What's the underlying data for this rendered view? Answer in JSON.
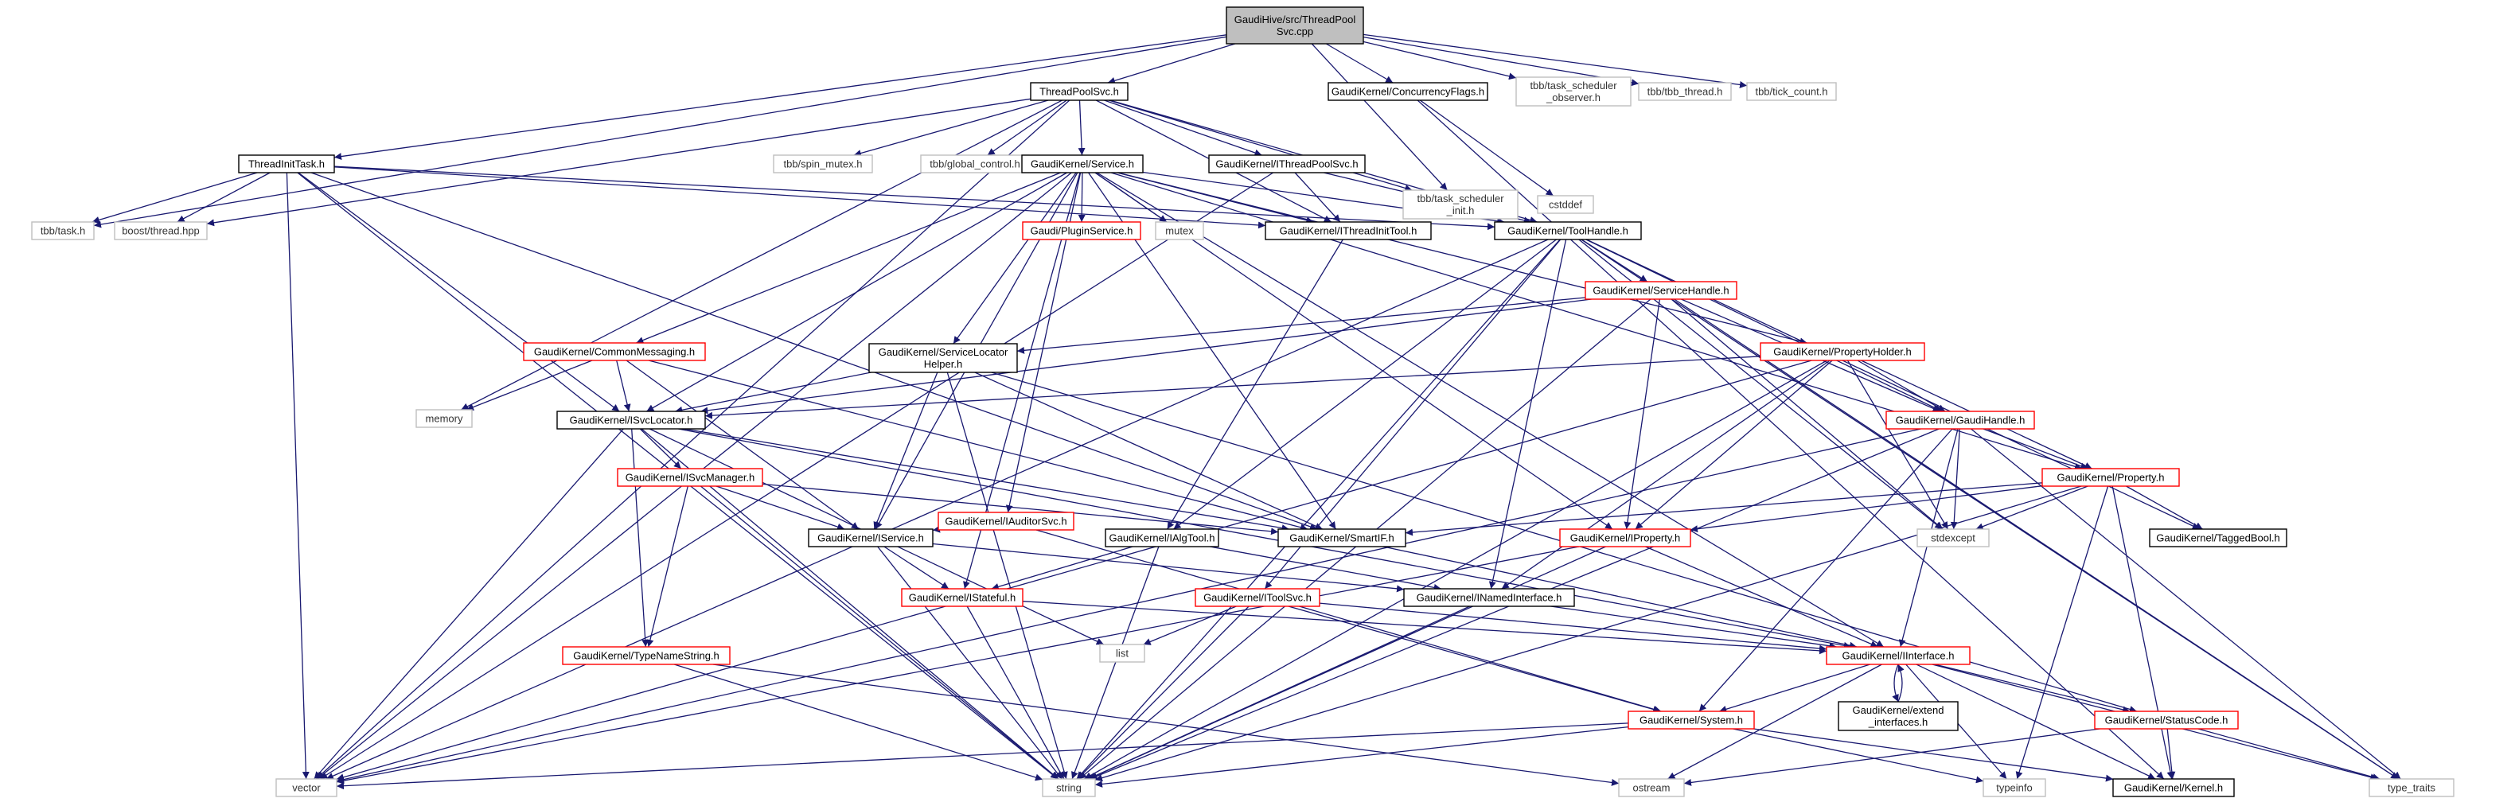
{
  "diagram": {
    "nodes": [
      {
        "id": "root",
        "lines": [
          "GaudiHive/src/ThreadPool",
          "Svc.cpp"
        ],
        "style": "root"
      },
      {
        "id": "tps",
        "lines": [
          "ThreadPoolSvc.h"
        ],
        "style": "black"
      },
      {
        "id": "cflags",
        "lines": [
          "GaudiKernel/ConcurrencyFlags.h"
        ],
        "style": "black"
      },
      {
        "id": "tbbtso",
        "lines": [
          "tbb/task_scheduler",
          "_observer.h"
        ],
        "style": "gray"
      },
      {
        "id": "tbbthread",
        "lines": [
          "tbb/tbb_thread.h"
        ],
        "style": "gray"
      },
      {
        "id": "tbbtick",
        "lines": [
          "tbb/tick_count.h"
        ],
        "style": "gray"
      },
      {
        "id": "tit",
        "lines": [
          "ThreadInitTask.h"
        ],
        "style": "black"
      },
      {
        "id": "tbbspin",
        "lines": [
          "tbb/spin_mutex.h"
        ],
        "style": "gray"
      },
      {
        "id": "tbbgc",
        "lines": [
          "tbb/global_control.h"
        ],
        "style": "gray"
      },
      {
        "id": "service",
        "lines": [
          "GaudiKernel/Service.h"
        ],
        "style": "black"
      },
      {
        "id": "itps",
        "lines": [
          "GaudiKernel/IThreadPoolSvc.h"
        ],
        "style": "black"
      },
      {
        "id": "tbbtsi",
        "lines": [
          "tbb/task_scheduler",
          "_init.h"
        ],
        "style": "gray"
      },
      {
        "id": "cstddef",
        "lines": [
          "cstddef"
        ],
        "style": "gray"
      },
      {
        "id": "tbbtask",
        "lines": [
          "tbb/task.h"
        ],
        "style": "gray"
      },
      {
        "id": "boostthread",
        "lines": [
          "boost/thread.hpp"
        ],
        "style": "gray"
      },
      {
        "id": "pluginsvc",
        "lines": [
          "Gaudi/PluginService.h"
        ],
        "style": "red"
      },
      {
        "id": "mutex",
        "lines": [
          "mutex"
        ],
        "style": "gray"
      },
      {
        "id": "ithreadinit",
        "lines": [
          "GaudiKernel/IThreadInitTool.h"
        ],
        "style": "black"
      },
      {
        "id": "toolhandle",
        "lines": [
          "GaudiKernel/ToolHandle.h"
        ],
        "style": "black"
      },
      {
        "id": "servicehandle",
        "lines": [
          "GaudiKernel/ServiceHandle.h"
        ],
        "style": "red"
      },
      {
        "id": "commonmsg",
        "lines": [
          "GaudiKernel/CommonMessaging.h"
        ],
        "style": "red"
      },
      {
        "id": "svclochelper",
        "lines": [
          "GaudiKernel/ServiceLocator",
          "Helper.h"
        ],
        "style": "black"
      },
      {
        "id": "propholder",
        "lines": [
          "GaudiKernel/PropertyHolder.h"
        ],
        "style": "red"
      },
      {
        "id": "memory",
        "lines": [
          "memory"
        ],
        "style": "gray"
      },
      {
        "id": "isvcloc",
        "lines": [
          "GaudiKernel/ISvcLocator.h"
        ],
        "style": "black"
      },
      {
        "id": "gaudihandle",
        "lines": [
          "GaudiKernel/GaudiHandle.h"
        ],
        "style": "red"
      },
      {
        "id": "isvcmgr",
        "lines": [
          "GaudiKernel/ISvcManager.h"
        ],
        "style": "red"
      },
      {
        "id": "iauditor",
        "lines": [
          "GaudiKernel/IAuditorSvc.h"
        ],
        "style": "red"
      },
      {
        "id": "property",
        "lines": [
          "GaudiKernel/Property.h"
        ],
        "style": "red"
      },
      {
        "id": "smartif",
        "lines": [
          "GaudiKernel/SmartIF.h"
        ],
        "style": "black"
      },
      {
        "id": "ialgtool",
        "lines": [
          "GaudiKernel/IAlgTool.h"
        ],
        "style": "black"
      },
      {
        "id": "iproperty",
        "lines": [
          "GaudiKernel/IProperty.h"
        ],
        "style": "red"
      },
      {
        "id": "stdexcept",
        "lines": [
          "stdexcept"
        ],
        "style": "gray"
      },
      {
        "id": "taggedbool",
        "lines": [
          "GaudiKernel/TaggedBool.h"
        ],
        "style": "black"
      },
      {
        "id": "iservice",
        "lines": [
          "GaudiKernel/IService.h"
        ],
        "style": "black"
      },
      {
        "id": "istateful",
        "lines": [
          "GaudiKernel/IStateful.h"
        ],
        "style": "red"
      },
      {
        "id": "itoolsvc",
        "lines": [
          "GaudiKernel/IToolSvc.h"
        ],
        "style": "red"
      },
      {
        "id": "inamed",
        "lines": [
          "GaudiKernel/INamedInterface.h"
        ],
        "style": "black"
      },
      {
        "id": "typenamestr",
        "lines": [
          "GaudiKernel/TypeNameString.h"
        ],
        "style": "red"
      },
      {
        "id": "list",
        "lines": [
          "list"
        ],
        "style": "gray"
      },
      {
        "id": "iinterface",
        "lines": [
          "GaudiKernel/IInterface.h"
        ],
        "style": "red"
      },
      {
        "id": "extendif",
        "lines": [
          "GaudiKernel/extend",
          "_interfaces.h"
        ],
        "style": "black"
      },
      {
        "id": "statuscode",
        "lines": [
          "GaudiKernel/StatusCode.h"
        ],
        "style": "red"
      },
      {
        "id": "system",
        "lines": [
          "GaudiKernel/System.h"
        ],
        "style": "red"
      },
      {
        "id": "vector",
        "lines": [
          "vector"
        ],
        "style": "gray"
      },
      {
        "id": "string",
        "lines": [
          "string"
        ],
        "style": "gray"
      },
      {
        "id": "ostream",
        "lines": [
          "ostream"
        ],
        "style": "gray"
      },
      {
        "id": "typeinfo",
        "lines": [
          "typeinfo"
        ],
        "style": "gray"
      },
      {
        "id": "kernel",
        "lines": [
          "GaudiKernel/Kernel.h"
        ],
        "style": "black"
      },
      {
        "id": "typetraits",
        "lines": [
          "type_traits"
        ],
        "style": "gray"
      }
    ],
    "edges": [
      [
        "root",
        "tps"
      ],
      [
        "root",
        "cflags"
      ],
      [
        "root",
        "tbbtso"
      ],
      [
        "root",
        "tbbthread"
      ],
      [
        "root",
        "tbbtick"
      ],
      [
        "root",
        "tit"
      ],
      [
        "root",
        "tbbtask"
      ],
      [
        "root",
        "tbbtsi"
      ],
      [
        "tps",
        "service"
      ],
      [
        "tps",
        "itps"
      ],
      [
        "tps",
        "tbbspin"
      ],
      [
        "tps",
        "tbbgc"
      ],
      [
        "tps",
        "tbbtsi"
      ],
      [
        "tps",
        "memory"
      ],
      [
        "tps",
        "boostthread"
      ],
      [
        "tps",
        "vector"
      ],
      [
        "tps",
        "toolhandle"
      ],
      [
        "tps",
        "ithreadinit"
      ],
      [
        "cflags",
        "cstddef"
      ],
      [
        "cflags",
        "kernel"
      ],
      [
        "tit",
        "tbbtask"
      ],
      [
        "tit",
        "boostthread"
      ],
      [
        "tit",
        "ithreadinit"
      ],
      [
        "tit",
        "isvcloc"
      ],
      [
        "tit",
        "smartif"
      ],
      [
        "tit",
        "toolhandle"
      ],
      [
        "tit",
        "vector"
      ],
      [
        "tit",
        "string"
      ],
      [
        "service",
        "pluginsvc"
      ],
      [
        "service",
        "mutex"
      ],
      [
        "service",
        "ithreadinit"
      ],
      [
        "service",
        "toolhandle"
      ],
      [
        "service",
        "commonmsg"
      ],
      [
        "service",
        "svclochelper"
      ],
      [
        "service",
        "propholder"
      ],
      [
        "service",
        "isvcloc"
      ],
      [
        "service",
        "iauditor"
      ],
      [
        "service",
        "iservice"
      ],
      [
        "service",
        "istateful"
      ],
      [
        "service",
        "iproperty"
      ],
      [
        "service",
        "smartif"
      ],
      [
        "service",
        "vector"
      ],
      [
        "service",
        "property"
      ],
      [
        "service",
        "iinterface"
      ],
      [
        "itps",
        "ithreadinit"
      ],
      [
        "itps",
        "toolhandle"
      ],
      [
        "itps",
        "vector"
      ],
      [
        "ithreadinit",
        "ialgtool"
      ],
      [
        "toolhandle",
        "servicehandle"
      ],
      [
        "toolhandle",
        "ialgtool"
      ],
      [
        "toolhandle",
        "itoolsvc"
      ],
      [
        "toolhandle",
        "inamed"
      ],
      [
        "toolhandle",
        "gaudihandle"
      ],
      [
        "toolhandle",
        "taggedbool"
      ],
      [
        "toolhandle",
        "stdexcept"
      ],
      [
        "toolhandle",
        "typetraits"
      ],
      [
        "toolhandle",
        "vector"
      ],
      [
        "toolhandle",
        "string"
      ],
      [
        "servicehandle",
        "svclochelper"
      ],
      [
        "servicehandle",
        "isvcloc"
      ],
      [
        "servicehandle",
        "gaudihandle"
      ],
      [
        "servicehandle",
        "iproperty"
      ],
      [
        "servicehandle",
        "stdexcept"
      ],
      [
        "servicehandle",
        "string"
      ],
      [
        "servicehandle",
        "typetraits"
      ],
      [
        "commonmsg",
        "isvcloc"
      ],
      [
        "commonmsg",
        "iservice"
      ],
      [
        "commonmsg",
        "smartif"
      ],
      [
        "commonmsg",
        "memory"
      ],
      [
        "svclochelper",
        "isvcloc"
      ],
      [
        "svclochelper",
        "iservice"
      ],
      [
        "svclochelper",
        "smartif"
      ],
      [
        "svclochelper",
        "string"
      ],
      [
        "svclochelper",
        "statuscode"
      ],
      [
        "propholder",
        "property"
      ],
      [
        "propholder",
        "iproperty"
      ],
      [
        "propholder",
        "inamed"
      ],
      [
        "propholder",
        "gaudihandle"
      ],
      [
        "propholder",
        "stdexcept"
      ],
      [
        "propholder",
        "string"
      ],
      [
        "propholder",
        "vector"
      ],
      [
        "propholder",
        "isvcloc"
      ],
      [
        "isvcloc",
        "isvcmgr"
      ],
      [
        "isvcloc",
        "smartif"
      ],
      [
        "isvcloc",
        "iinterface"
      ],
      [
        "isvcloc",
        "typenamestr"
      ],
      [
        "isvcloc",
        "list"
      ],
      [
        "isvcloc",
        "string"
      ],
      [
        "isvcloc",
        "vector"
      ],
      [
        "gaudihandle",
        "property"
      ],
      [
        "gaudihandle",
        "iinterface"
      ],
      [
        "gaudihandle",
        "system"
      ],
      [
        "gaudihandle",
        "stdexcept"
      ],
      [
        "gaudihandle",
        "string"
      ],
      [
        "gaudihandle",
        "vector"
      ],
      [
        "gaudihandle",
        "typetraits"
      ],
      [
        "isvcmgr",
        "iservice"
      ],
      [
        "isvcmgr",
        "smartif"
      ],
      [
        "isvcmgr",
        "typenamestr"
      ],
      [
        "isvcmgr",
        "string"
      ],
      [
        "iauditor",
        "iservice"
      ],
      [
        "iauditor",
        "system"
      ],
      [
        "property",
        "smartif"
      ],
      [
        "property",
        "iproperty"
      ],
      [
        "property",
        "taggedbool"
      ],
      [
        "property",
        "stdexcept"
      ],
      [
        "property",
        "kernel"
      ],
      [
        "property",
        "typeinfo"
      ],
      [
        "property",
        "string"
      ],
      [
        "smartif",
        "iinterface"
      ],
      [
        "ialgtool",
        "istateful"
      ],
      [
        "ialgtool",
        "inamed"
      ],
      [
        "ialgtool",
        "string"
      ],
      [
        "iproperty",
        "iinterface"
      ],
      [
        "iproperty",
        "string"
      ],
      [
        "iproperty",
        "vector"
      ],
      [
        "iservice",
        "istateful"
      ],
      [
        "iservice",
        "inamed"
      ],
      [
        "iservice",
        "string"
      ],
      [
        "istateful",
        "iinterface"
      ],
      [
        "istateful",
        "string"
      ],
      [
        "itoolsvc",
        "iinterface"
      ],
      [
        "itoolsvc",
        "system"
      ],
      [
        "itoolsvc",
        "list"
      ],
      [
        "itoolsvc",
        "string"
      ],
      [
        "inamed",
        "iinterface"
      ],
      [
        "inamed",
        "string"
      ],
      [
        "typenamestr",
        "string"
      ],
      [
        "typenamestr",
        "ostream"
      ],
      [
        "iinterface",
        "extendif"
      ],
      [
        "iinterface",
        "system"
      ],
      [
        "iinterface",
        "statuscode"
      ],
      [
        "iinterface",
        "kernel"
      ],
      [
        "iinterface",
        "ostream"
      ],
      [
        "iinterface",
        "typeinfo"
      ],
      [
        "iinterface",
        "typetraits"
      ],
      [
        "extendif",
        "iinterface"
      ],
      [
        "statuscode",
        "kernel"
      ],
      [
        "statuscode",
        "ostream"
      ],
      [
        "statuscode",
        "typetraits"
      ],
      [
        "system",
        "kernel"
      ],
      [
        "system",
        "typeinfo"
      ],
      [
        "system",
        "string"
      ],
      [
        "system",
        "vector"
      ]
    ]
  }
}
